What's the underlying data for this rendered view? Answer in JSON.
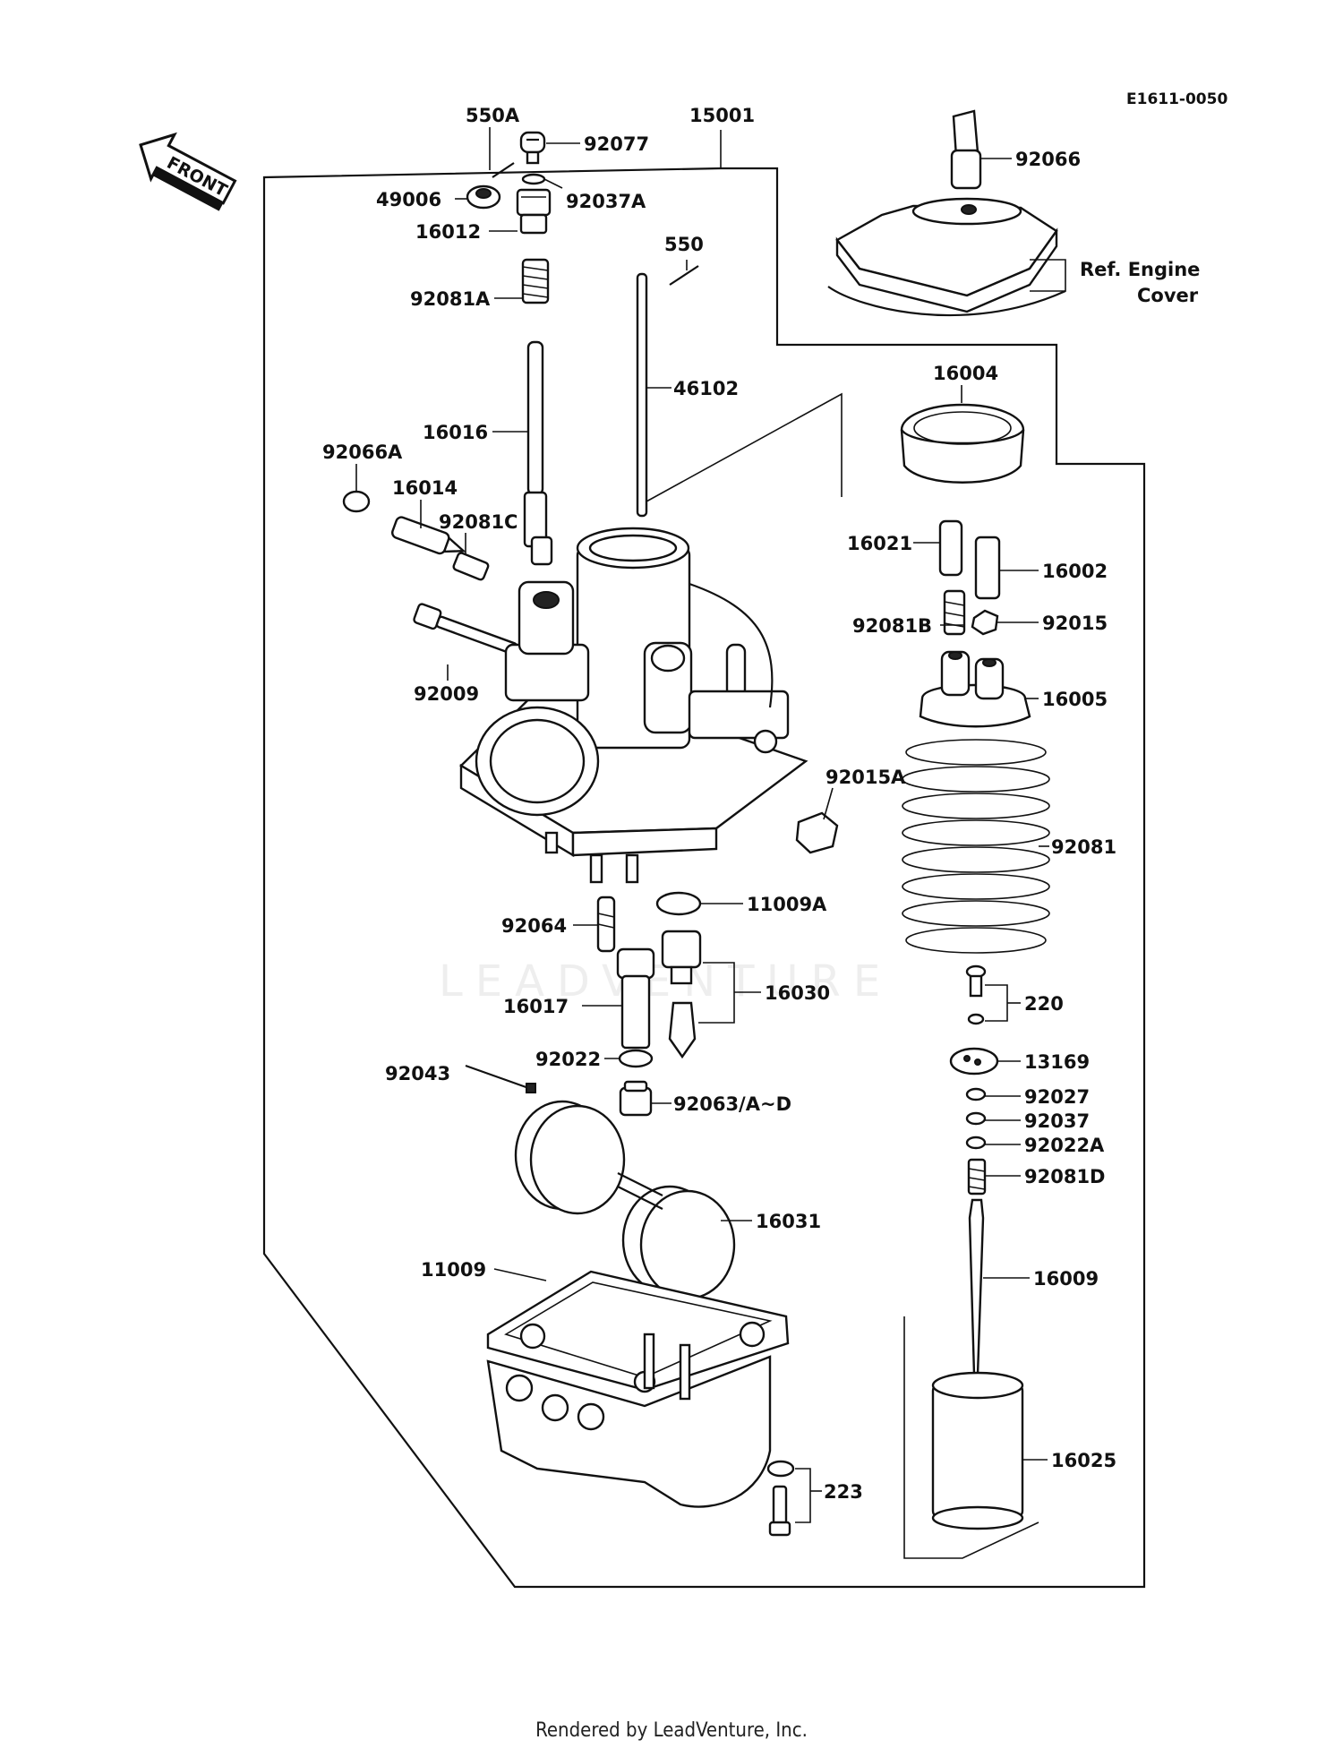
{
  "diagram_code": "E1611-0050",
  "direction_label": "FRONT",
  "watermark": "LEADVENTURE",
  "ref_note": {
    "line1": "Ref.  Engine",
    "line2": "Cover"
  },
  "labels": {
    "l550A": "550A",
    "l15001": "15001",
    "l92077": "92077",
    "l49006": "49006",
    "l92037A": "92037A",
    "l16012": "16012",
    "l92081A": "92081A",
    "l550": "550",
    "l46102": "46102",
    "l16016": "16016",
    "l92066A": "92066A",
    "l16014": "16014",
    "l92081C": "92081C",
    "l92009": "92009",
    "l92015A": "92015A",
    "l92064": "92064",
    "l11009A": "11009A",
    "l16017": "16017",
    "l16030": "16030",
    "l92022": "92022",
    "l92043": "92043",
    "l92063": "92063/A~D",
    "l16031": "16031",
    "l11009": "11009",
    "l223": "223",
    "l92066": "92066",
    "l16004": "16004",
    "l16021": "16021",
    "l16002": "16002",
    "l92081B": "92081B",
    "l92015": "92015",
    "l16005": "16005",
    "l92081": "92081",
    "l220": "220",
    "l13169": "13169",
    "l92027": "92027",
    "l92037": "92037",
    "l92022A": "92022A",
    "l92081D": "92081D",
    "l16009": "16009",
    "l16025": "16025"
  },
  "footer": "Rendered by LeadVenture, Inc."
}
